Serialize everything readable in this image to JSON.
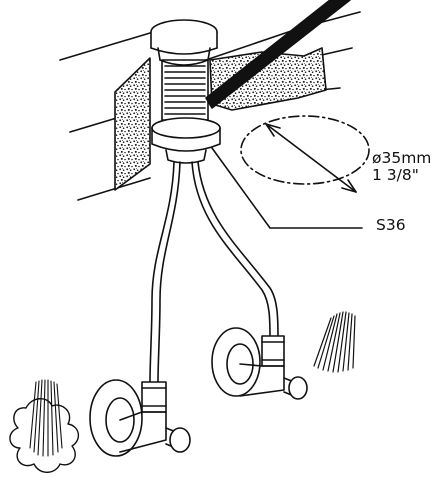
{
  "diagram": {
    "labels": {
      "diameter_metric": "ø35mm",
      "diameter_imperial": "1 3/8\"",
      "nut_size": "S36"
    },
    "colors": {
      "stroke": "#111111",
      "background": "#ffffff",
      "wall_texture": "#1a1a1a"
    }
  }
}
